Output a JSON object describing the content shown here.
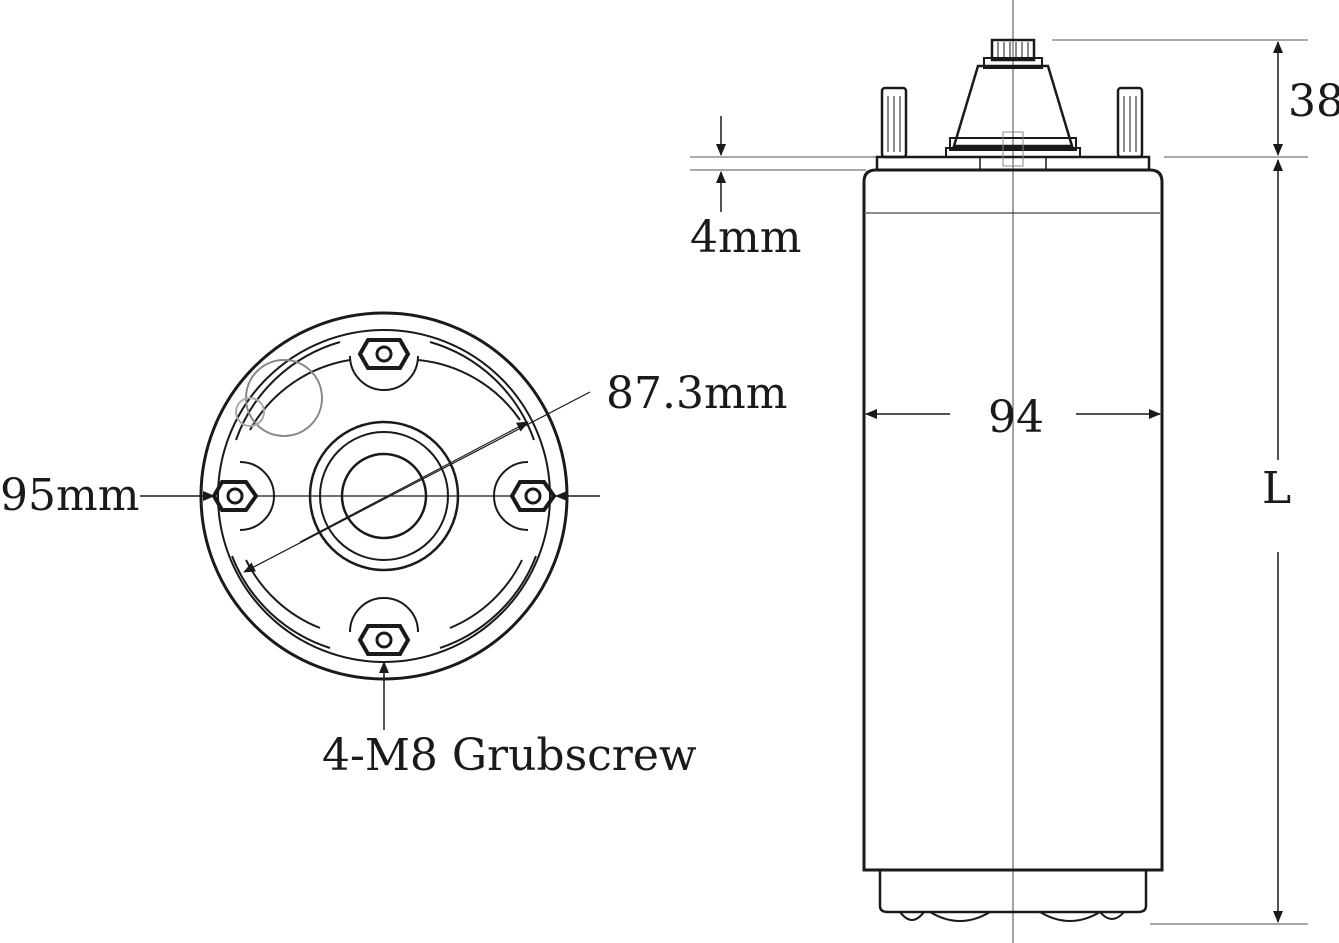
{
  "end_view": {
    "bolt_circle_label": "87.3mm",
    "outer_diameter_label": "95mm",
    "screw_label": "4-M8 Grubscrew"
  },
  "side_view": {
    "shaft_height_label": "38",
    "flange_thickness_label": "4mm",
    "body_width_label": "94",
    "length_label": "L"
  },
  "colors": {
    "line": "#1a1a1a",
    "background": "#ffffff"
  }
}
